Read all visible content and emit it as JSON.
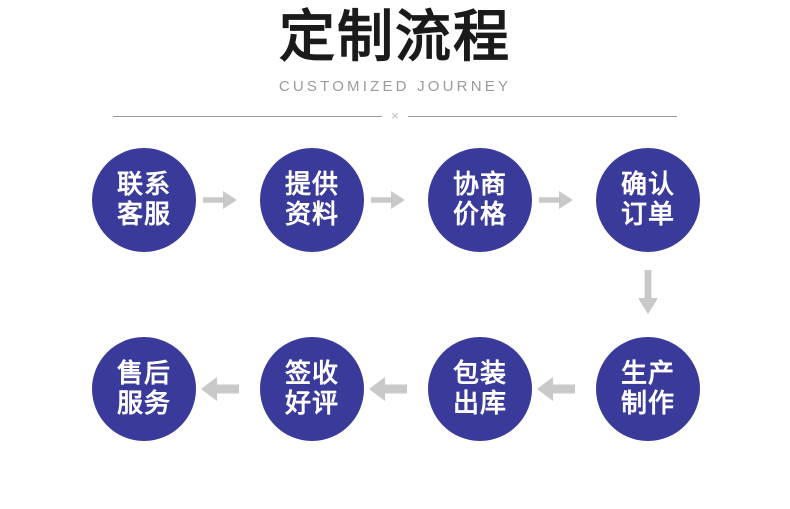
{
  "header": {
    "title": "定制流程",
    "subtitle": "CUSTOMIZED JOURNEY",
    "divider_mark": "×"
  },
  "colors": {
    "node_fill": "#3a3a9b",
    "node_text": "#ffffff",
    "arrow": "#c9c9c9",
    "title": "#1a1a1a",
    "subtitle": "#9b9b9b",
    "divider": "#9a9a9a",
    "background": "#ffffff"
  },
  "flow": {
    "row_1_direction": "left-to-right",
    "row_2_direction": "right-to-left",
    "connector_direction": "down",
    "steps": [
      {
        "index": 1,
        "line1": "联系",
        "line2": "客服"
      },
      {
        "index": 2,
        "line1": "提供",
        "line2": "资料"
      },
      {
        "index": 3,
        "line1": "协商",
        "line2": "价格"
      },
      {
        "index": 4,
        "line1": "确认",
        "line2": "订单"
      },
      {
        "index": 5,
        "line1": "生产",
        "line2": "制作"
      },
      {
        "index": 6,
        "line1": "包装",
        "line2": "出库"
      },
      {
        "index": 7,
        "line1": "签收",
        "line2": "好评"
      },
      {
        "index": 8,
        "line1": "售后",
        "line2": "服务"
      }
    ],
    "arrows": {
      "right_1": "arrow-right-icon",
      "right_2": "arrow-right-icon",
      "right_3": "arrow-right-icon",
      "down_1": "arrow-down-icon",
      "left_1": "arrow-left-icon",
      "left_2": "arrow-left-icon",
      "left_3": "arrow-left-icon"
    }
  }
}
